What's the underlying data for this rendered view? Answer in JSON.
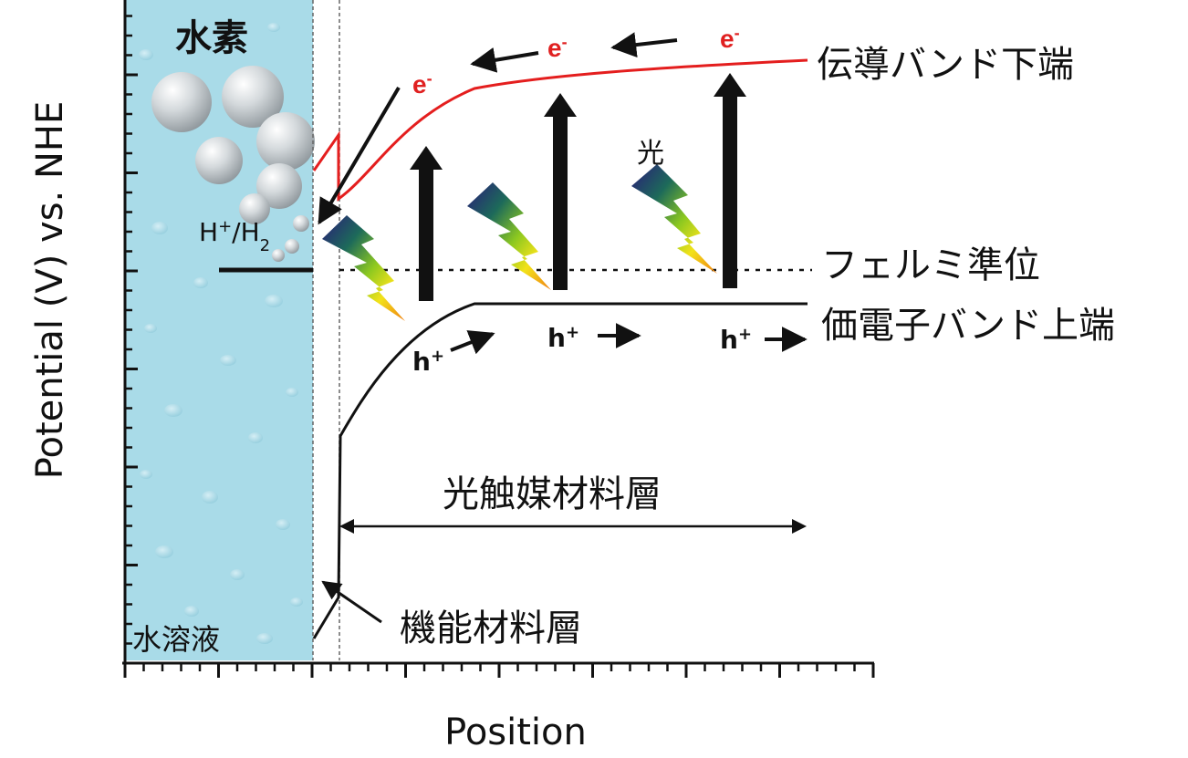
{
  "axis": {
    "ylabel": "Potential (V) vs. NHE",
    "xlabel": "Position"
  },
  "labels": {
    "hydrogen": "水素",
    "aqueous_solution": "水溶液",
    "redox_couple_main": "H",
    "redox_couple_sup": "+",
    "redox_couple_mid": "/H",
    "redox_couple_sub": "2",
    "conduction_band": "伝導バンド下端",
    "fermi_level": "フェルミ準位",
    "valence_band": "価電子バンド上端",
    "light": "光",
    "photocatalyst_layer": "光触媒材料層",
    "functional_layer": "機能材料層",
    "electron_base": "e",
    "electron_sup": "-",
    "hole_base": "h",
    "hole_sup": "+"
  },
  "colors": {
    "solution_fill": "#a9dbe8",
    "conduction_band": "#e41e1e",
    "valence_band": "#111111",
    "electron_label": "#e02020"
  }
}
